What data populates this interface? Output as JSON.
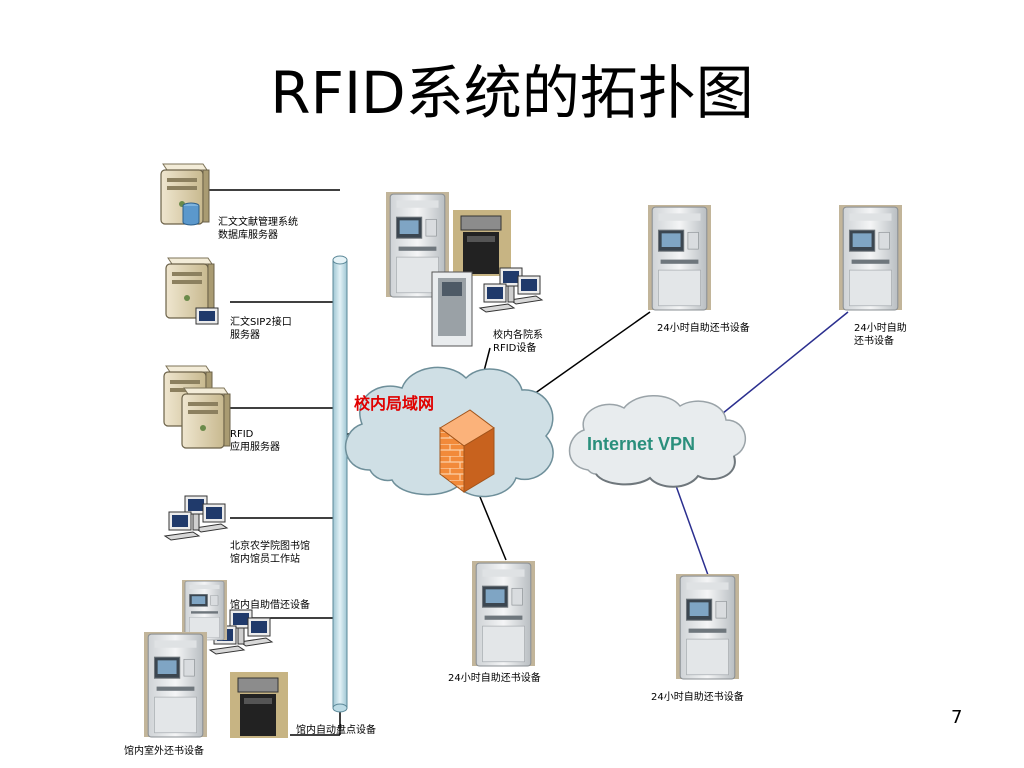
{
  "slide": {
    "title": "RFID系统的拓扑图",
    "page_number": "7"
  },
  "labels": {
    "db_server": [
      "汇文文献管理系统",
      "数据库服务器"
    ],
    "sip2_server": [
      "汇文SIP2接口",
      "服务器"
    ],
    "rfid_server": [
      "RFID",
      "应用服务器"
    ],
    "workstation": [
      "北京农学院图书馆",
      "馆内馆员工作站"
    ],
    "selfcheck": "馆内自助借还设备",
    "inventory": "馆内自动盘点设备",
    "outdoor_return": "馆内室外还书设备",
    "dept_rfid": [
      "校内各院系",
      "RFID设备"
    ],
    "kiosk_top_mid": "24小时自助还书设备",
    "kiosk_top_right": [
      "24小时自助",
      "还书设备"
    ],
    "kiosk_bottom_left": "24小时自助还书设备",
    "kiosk_bottom_right": "24小时自助还书设备"
  },
  "clouds": {
    "campus_lan": "校内局域网",
    "internet_vpn": "Internet VPN"
  },
  "colors": {
    "lan_label": "#e00000",
    "vpn_label": "#2a8f7c",
    "vpn_link": "#2b2f8f",
    "backbone": "#c9e3ec",
    "firewall": "#f07a2a"
  }
}
